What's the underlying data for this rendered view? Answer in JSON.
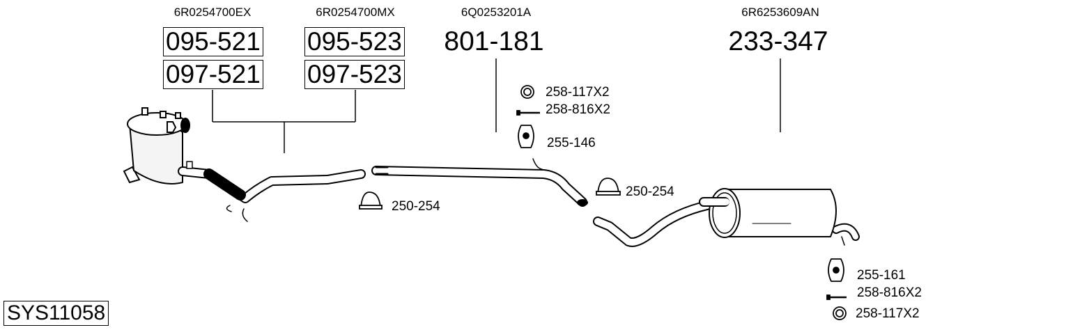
{
  "system_id": "SYS11058",
  "groups": [
    {
      "oem": "6R0254700EX",
      "parts": [
        "095-521",
        "097-521"
      ]
    },
    {
      "oem": "6R0254700MX",
      "parts": [
        "095-523",
        "097-523"
      ]
    },
    {
      "oem": "6Q0253201A",
      "parts": [
        "801-181"
      ]
    },
    {
      "oem": "6R6253609AN",
      "parts": [
        "233-347"
      ]
    }
  ],
  "accessories": {
    "middle": {
      "ring": "258-117X2",
      "bolt": "258-816X2",
      "hanger": "255-146"
    },
    "clamp_left": "250-254",
    "clamp_right": "250-254",
    "rear": {
      "hanger": "255-161",
      "bolt": "258-816X2",
      "ring": "258-117X2"
    }
  }
}
